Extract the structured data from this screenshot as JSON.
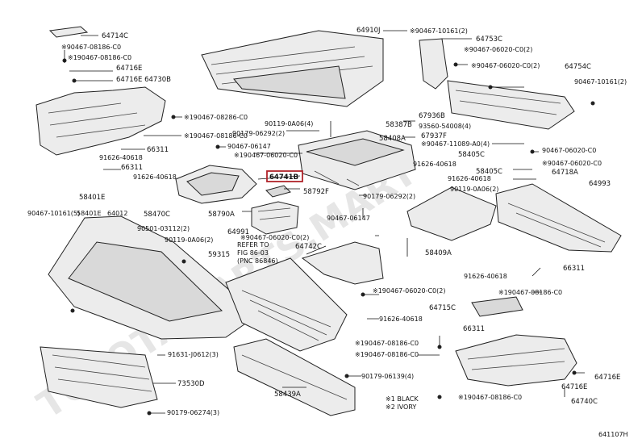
{
  "diagram_code": "641107H",
  "watermark": "TOYOTA-PARTS.MART",
  "highlighted_part": "64741B",
  "highlight_color": "#b0232a",
  "labels": {
    "l01": "64714C",
    "l02": "※90467-08186-C0",
    "l03": "※190467-08186-C0",
    "l04": "64716E",
    "l05": "64716E 64730B",
    "l06": "※190467-08286-C0",
    "l07": "※190467-08186-C0",
    "l08": "66311",
    "l09": "91626-40618",
    "l10": "66311",
    "l11": "91626-40618",
    "l12": "64910J",
    "l13": "※90467-10161(2)",
    "l14": "64753C",
    "l15": "※90467-06020-C0(2)",
    "l16": "※90467-06020-C0(2)",
    "l17": "64754C",
    "l18": "90467-10161(2)",
    "l19": "67936B",
    "l20": "93560-54008(4)",
    "l21": "58387B",
    "l22": "90119-0A06(4)",
    "l23": "90179-06292(2)",
    "l24": "90467-06147",
    "l25": "※190467-06020-C0",
    "l26": "58408A",
    "l27": "67937F",
    "l28": "※90467-11089-A0(4)",
    "l29": "58405C",
    "l30": "90467-06020-C0",
    "l31": "91626-40618",
    "l32": "※90467-06020-C0",
    "l33": "58405C",
    "l34": "64718A",
    "l35": "91626-40618",
    "l36": "64993",
    "l37": "90119-0A06(2)",
    "l38": "64741B",
    "l39": "58792F",
    "l40": "90179-06292(2)",
    "l41": "58401E",
    "l42": "90467-10161(5)",
    "l43": "58401E",
    "l44": "64012",
    "l45": "58470C",
    "l46": "90501-03112(2)",
    "l47": "58790A",
    "l48": "90467-06147",
    "l49": "90119-0A06(2)",
    "l50": "64991",
    "l51": "※90467-06020-C0(2)",
    "l52": "REFER TO",
    "l53": "FIG 86-03",
    "l54": "(PNC 86846)",
    "l55": "59315",
    "l56": "64742C",
    "l57": "58409A",
    "l58": "91626-40618",
    "l59": "66311",
    "l60": "※190467-08186-C0",
    "l61": "※190467-06020-C0(2)",
    "l62": "91626-40618",
    "l63": "64715C",
    "l64": "66311",
    "l65": "※190467-08186-C0",
    "l66": "※190467-08186-C0",
    "l67": "91631-J0612(3)",
    "l68": "73530D",
    "l69": "90179-06139(4)",
    "l70": "58439A",
    "l71": "※1 BLACK",
    "l72": "※2 IVORY",
    "l73": "90179-06274(3)",
    "l74": "64716E",
    "l75": "64716E",
    "l76": "※190467-08186-C0",
    "l77": "64740C"
  }
}
